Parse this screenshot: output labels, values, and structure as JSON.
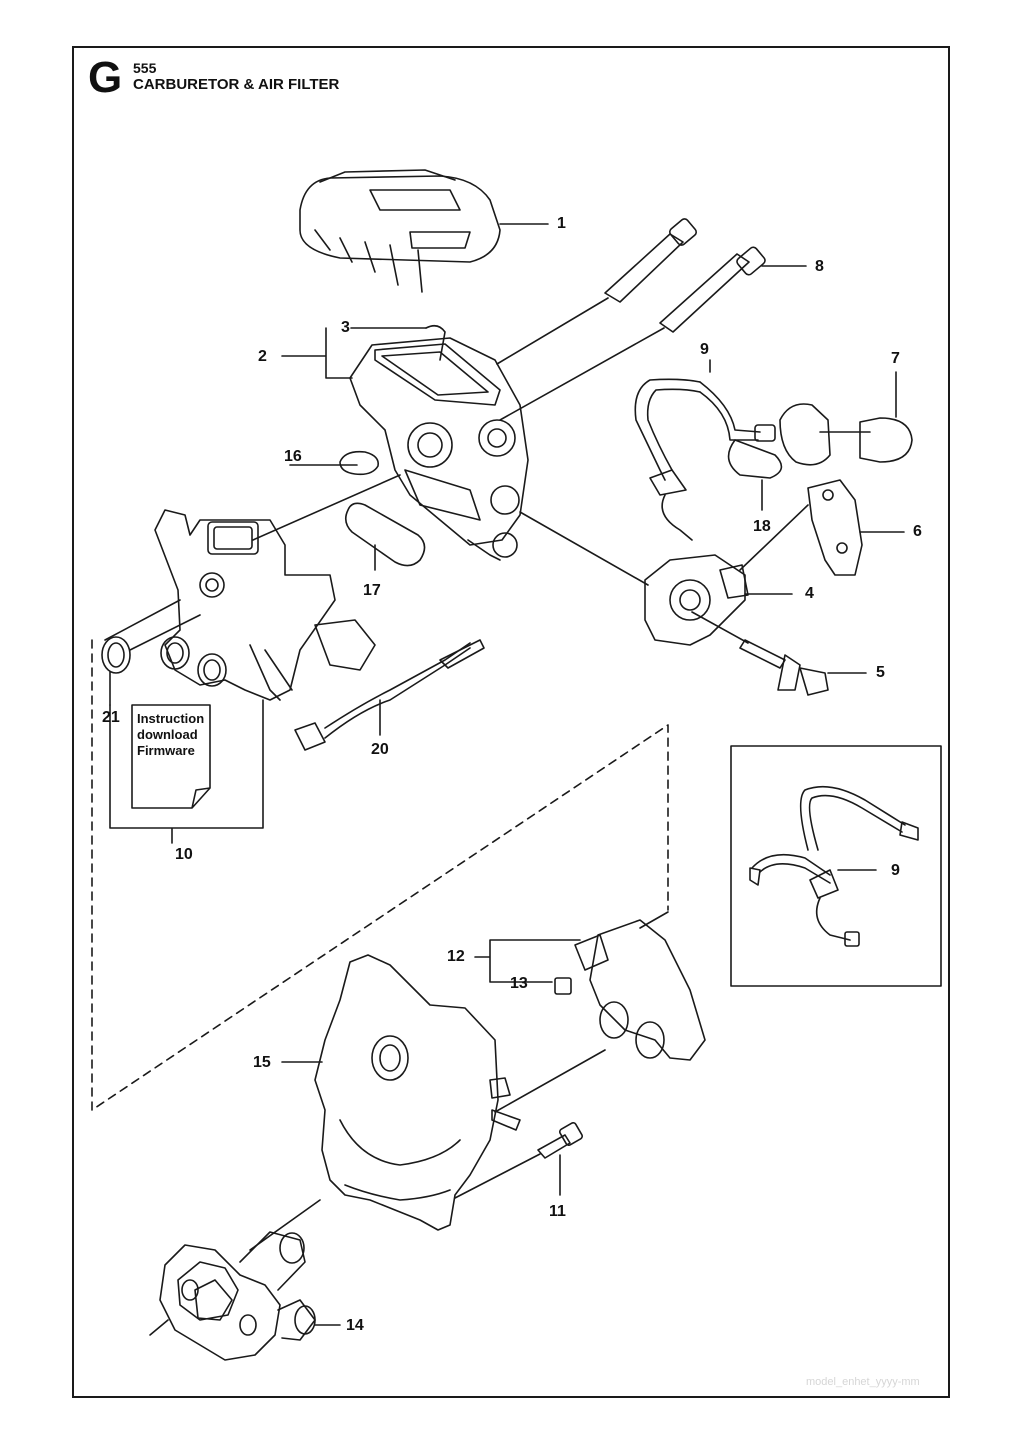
{
  "header": {
    "section_letter": "G",
    "model": "555",
    "title": "CARBURETOR & AIR FILTER"
  },
  "instruction_sheet": {
    "line1": "Instruction",
    "line2": "download",
    "line3": "Firmware"
  },
  "callouts": {
    "n1": "1",
    "n2": "2",
    "n3": "3",
    "n4": "4",
    "n5": "5",
    "n6": "6",
    "n7": "7",
    "n8": "8",
    "n9": "9",
    "n9b": "9",
    "n10": "10",
    "n11": "11",
    "n12": "12",
    "n13": "13",
    "n14": "14",
    "n15": "15",
    "n16": "16",
    "n17": "17",
    "n18": "18",
    "n20": "20",
    "n21": "21"
  },
  "watermark": "model_enhet_yyyy-mm"
}
